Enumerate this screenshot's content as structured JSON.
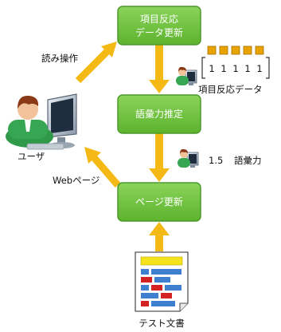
{
  "colors": {
    "box_fill": "#6cbf3c",
    "box_stroke": "#4e9a2a",
    "arrow": "#f5b915",
    "vector_square": "#e8a300",
    "doc_bar_yellow": "#f4e21a",
    "doc_bar_blue": "#3f7fd0",
    "doc_bar_red": "#d42222"
  },
  "boxes": {
    "item_response": {
      "line1": "項目反応",
      "line2": "データ更新"
    },
    "vocab_estimate": {
      "label": "語彙力推定"
    },
    "page_update": {
      "label": "ページ更新"
    }
  },
  "labels": {
    "reading_operation": "読み操作",
    "user": "ユーザ",
    "webpage": "Webページ",
    "item_response_data": "項目反応データ",
    "vocab_value": "1.5",
    "vocab_name": "語彙力",
    "test_document": "テスト文書"
  },
  "vector": {
    "values": [
      "1",
      "1",
      "1",
      "1",
      "1"
    ]
  }
}
